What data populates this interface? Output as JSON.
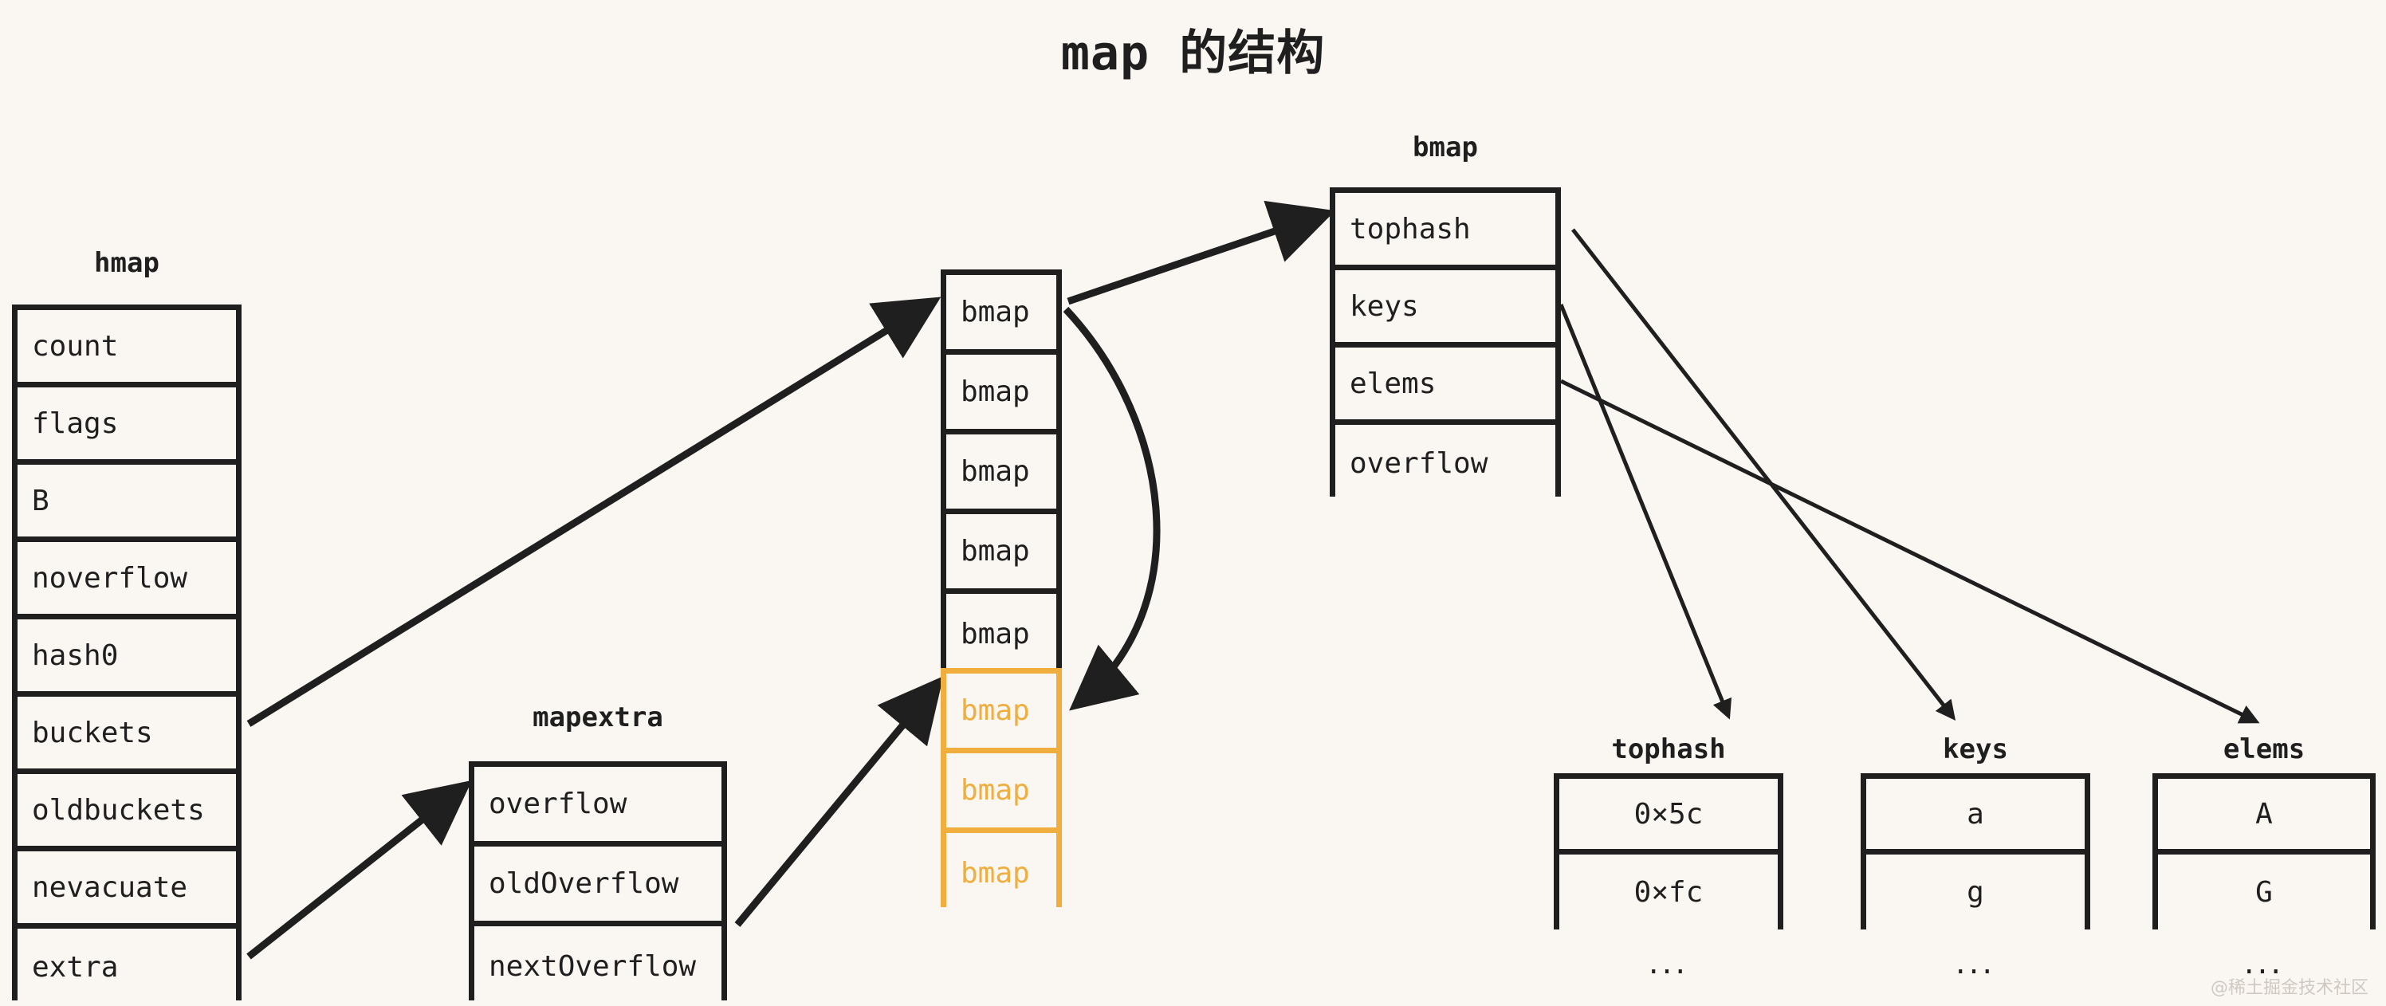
{
  "title": {
    "mono": "map",
    "cjk": "的结构"
  },
  "colors": {
    "background": "#FAF6F2",
    "ink": "#1F1F1F",
    "accent": "#EFAE3E",
    "watermark": "#CFC9C2"
  },
  "hmap": {
    "caption": "hmap",
    "fields": [
      "count",
      "flags",
      "B",
      "noverflow",
      "hash0",
      "buckets",
      "oldbuckets",
      "nevacuate",
      "extra"
    ]
  },
  "mapextra": {
    "caption": "mapextra",
    "fields": [
      "overflow",
      "oldOverflow",
      "nextOverflow"
    ]
  },
  "buckets_array": {
    "normal": [
      "bmap",
      "bmap",
      "bmap",
      "bmap",
      "bmap"
    ],
    "overflow": [
      "bmap",
      "bmap",
      "bmap"
    ]
  },
  "bmap_struct": {
    "caption": "bmap",
    "fields": [
      "tophash",
      "keys",
      "elems",
      "overflow"
    ]
  },
  "tophash_table": {
    "caption": "tophash",
    "values": [
      "0×5c",
      "0×fc"
    ],
    "more": "..."
  },
  "keys_table": {
    "caption": "keys",
    "values": [
      "a",
      "g"
    ],
    "more": "..."
  },
  "elems_table": {
    "caption": "elems",
    "values": [
      "A",
      "G"
    ],
    "more": "..."
  },
  "watermark": "@稀土掘金技术社区"
}
